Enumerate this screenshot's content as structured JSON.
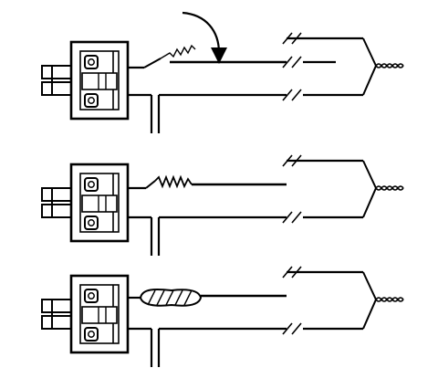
{
  "diagram": {
    "panels": [
      {
        "id": "step-1",
        "splice": "fine-wire-loose"
      },
      {
        "id": "step-2",
        "splice": "wire-twisted"
      },
      {
        "id": "step-3",
        "splice": "sleeve-wrapped"
      }
    ],
    "icons": {
      "connector": "connector-icon",
      "arrow": "curved-arrow-icon",
      "break": "break-mark-icon",
      "twisted_end": "twisted-wire-end-icon"
    },
    "colors": {
      "ink": "#000000",
      "paper": "#ffffff"
    }
  }
}
